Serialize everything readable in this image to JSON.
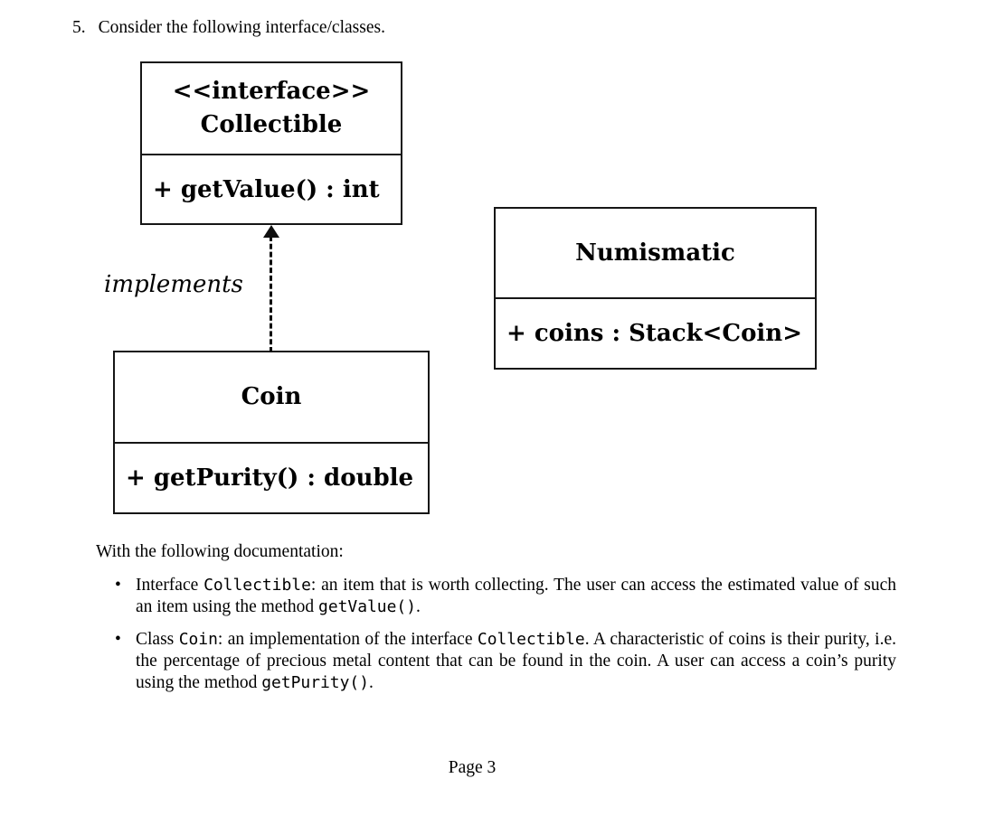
{
  "question": {
    "number": "5.",
    "text": "Consider the following interface/classes."
  },
  "diagram": {
    "interface_box": {
      "stereotype": "<<interface>>",
      "name": "Collectible",
      "member": "+ getValue() : int"
    },
    "numismatic_box": {
      "name": "Numismatic",
      "member": "+ coins : Stack<Coin>"
    },
    "coin_box": {
      "name": "Coin",
      "member": "+ getPurity() : double"
    },
    "relationship_label": "implements"
  },
  "documentation": {
    "intro": "With the following documentation:",
    "bullets": [
      {
        "segments": [
          {
            "style": "serif",
            "text": "Interface "
          },
          {
            "style": "mono",
            "text": "Collectible"
          },
          {
            "style": "serif",
            "text": ": an item that is worth collecting. The user can access the estimated value of such an item using the method "
          },
          {
            "style": "mono",
            "text": "getValue()"
          },
          {
            "style": "serif",
            "text": "."
          }
        ]
      },
      {
        "segments": [
          {
            "style": "serif",
            "text": "Class "
          },
          {
            "style": "mono",
            "text": "Coin"
          },
          {
            "style": "serif",
            "text": ": an implementation of the interface "
          },
          {
            "style": "mono",
            "text": "Collectible"
          },
          {
            "style": "serif",
            "text": ". A characteristic of coins is their purity, i.e. the percentage of precious metal content that can be found in the coin. A user can access a coin’s purity using the method "
          },
          {
            "style": "mono",
            "text": "getPurity()"
          },
          {
            "style": "serif",
            "text": "."
          }
        ]
      }
    ]
  },
  "footer": {
    "page_label": "Page 3"
  },
  "colors": {
    "background": "#ffffff",
    "text": "#000000",
    "border": "#161616"
  }
}
